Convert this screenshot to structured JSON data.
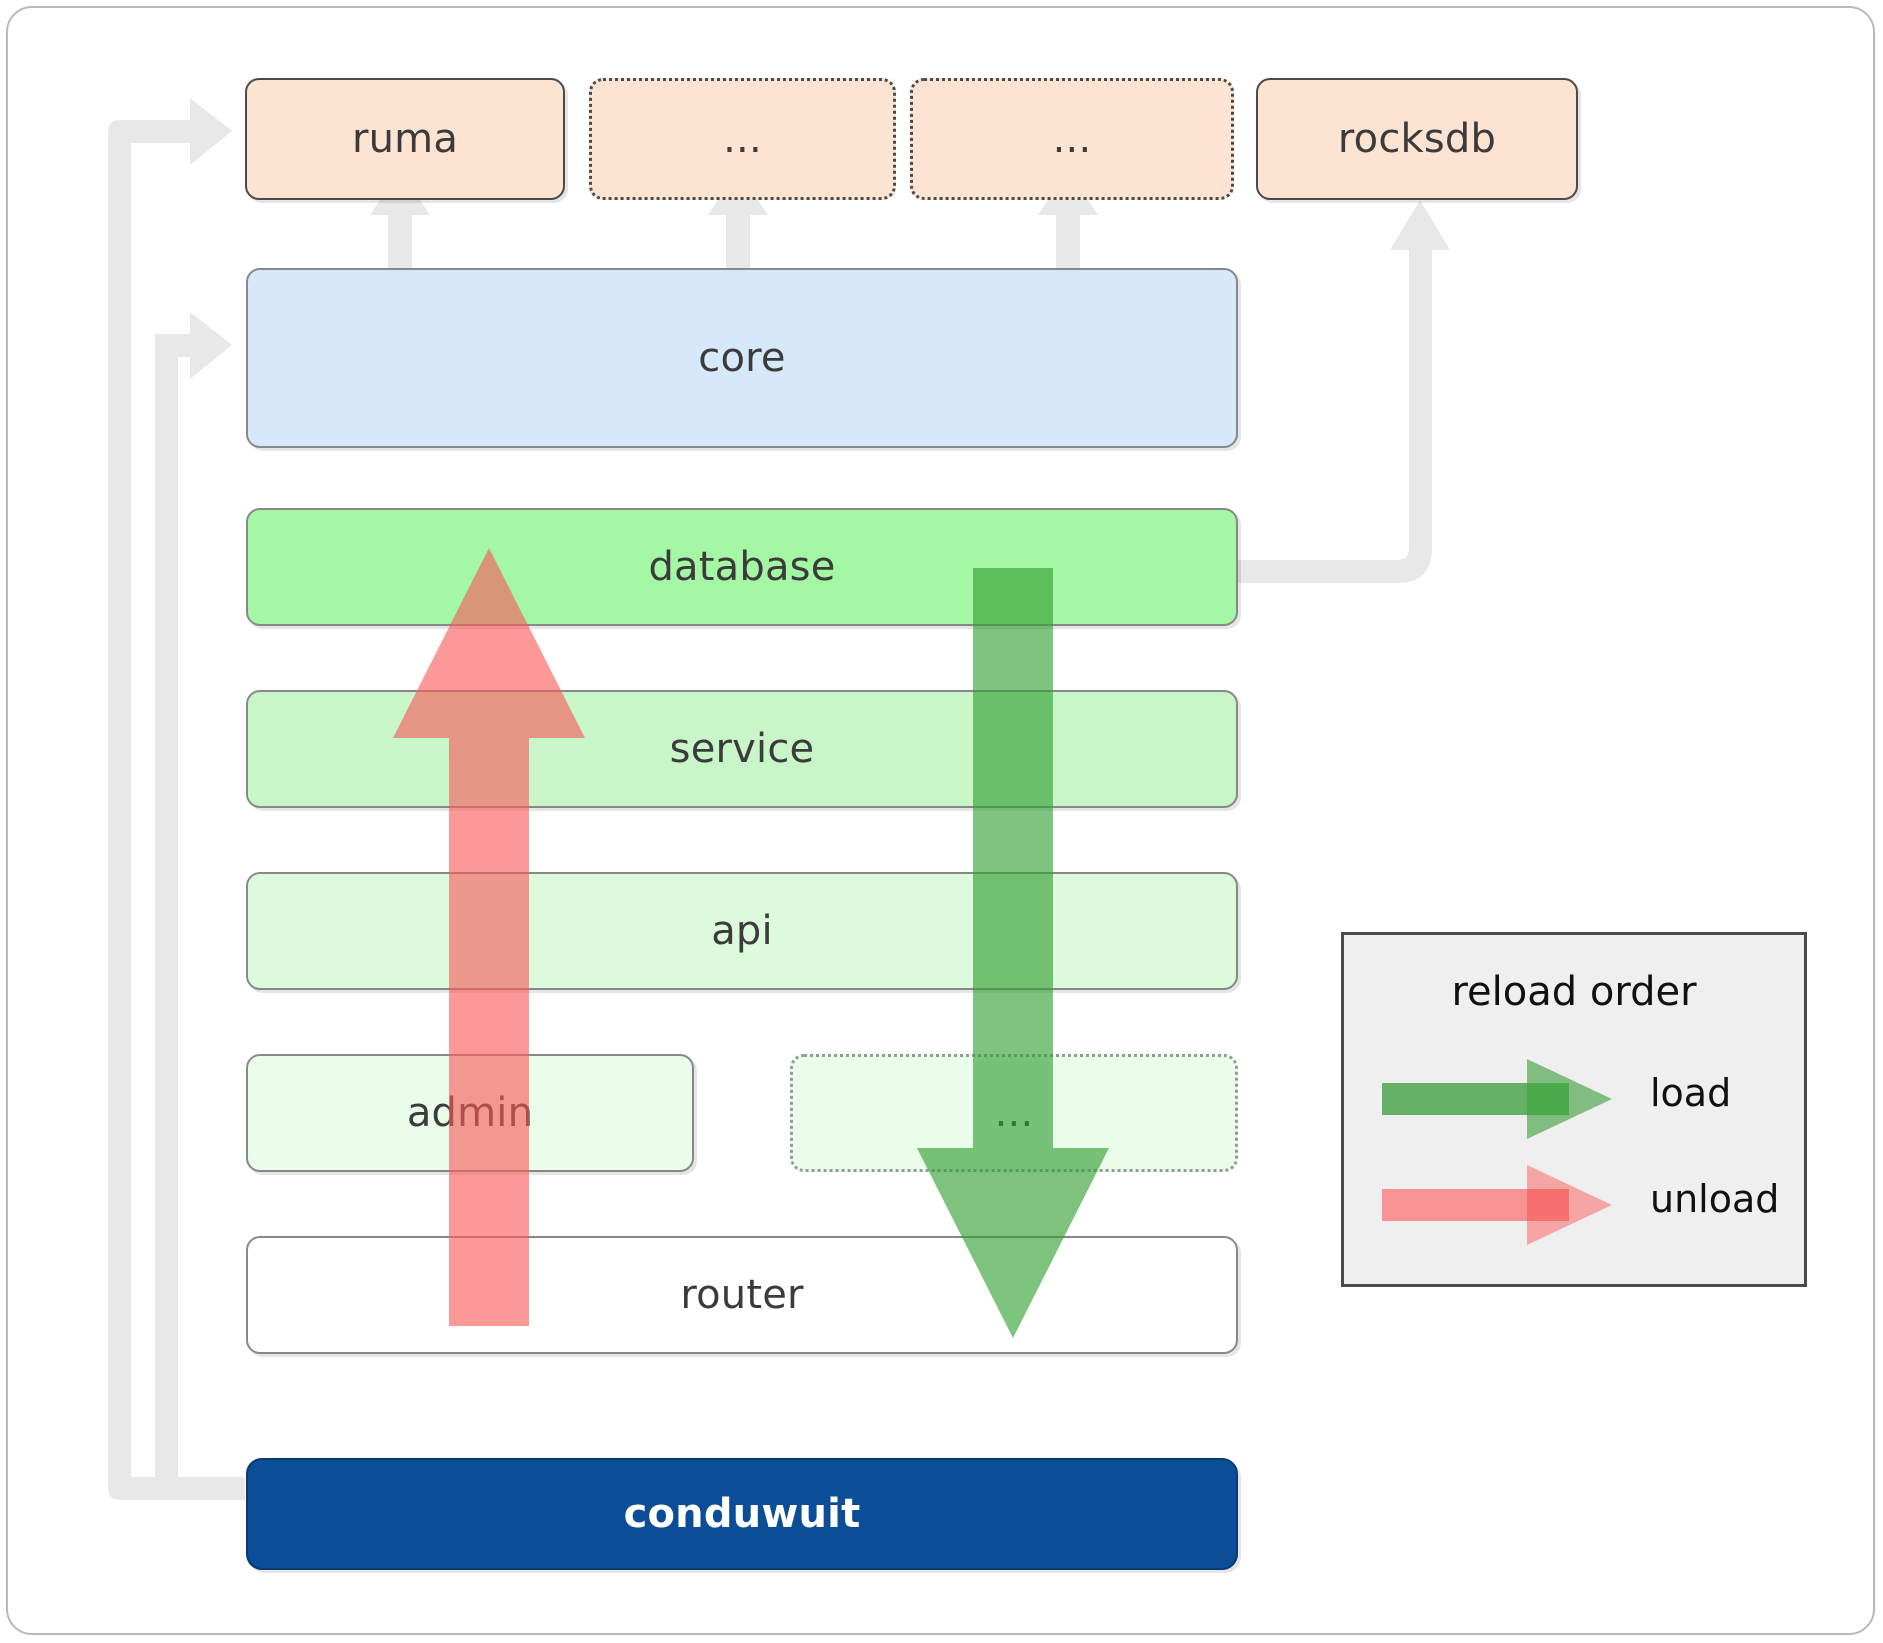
{
  "diagram": {
    "title": "conduwuit crate dependency / reload order diagram",
    "colors": {
      "orange": "#fde3d2",
      "blue": "#d7e8fb",
      "green_strong": "#a4f7a4",
      "green_mid": "#c9f6c9",
      "green_light": "#ddfadd",
      "green_faint": "#eafcea",
      "navy": "#0b4d96",
      "connector_gray": "#e8e8e8",
      "load_green": "#4ea64e",
      "unload_red": "#f98383",
      "legend_bg": "#efefef",
      "border_dark": "#4a4a4a",
      "border_gray": "#888888",
      "text": "#3b3b3b"
    },
    "top_row": [
      {
        "label": "ruma",
        "style": "solid"
      },
      {
        "label": "...",
        "style": "dotted"
      },
      {
        "label": "...",
        "style": "dotted"
      },
      {
        "label": "rocksdb",
        "style": "solid"
      }
    ],
    "layers": [
      {
        "label": "core",
        "tone": "blue"
      },
      {
        "label": "database",
        "tone": "green_strong"
      },
      {
        "label": "service",
        "tone": "green_mid"
      },
      {
        "label": "api",
        "tone": "green_light"
      }
    ],
    "admin_row": [
      {
        "label": "admin",
        "style": "solid"
      },
      {
        "label": "...",
        "style": "dotted"
      }
    ],
    "router": {
      "label": "router"
    },
    "binary": {
      "label": "conduwuit"
    },
    "legend": {
      "title": "reload order",
      "entries": [
        {
          "label": "load",
          "color": "#4ea64e",
          "direction": "down"
        },
        {
          "label": "unload",
          "color": "#f98383",
          "direction": "up"
        }
      ]
    },
    "flow_arrows": [
      {
        "name": "unload-arrow",
        "label": "unload",
        "direction": "up",
        "from": "router",
        "to": "database",
        "color": "#f98383"
      },
      {
        "name": "load-arrow",
        "label": "load",
        "direction": "down",
        "from": "database",
        "to": "router",
        "color": "#4ea64e"
      }
    ],
    "connectors": [
      {
        "name": "conduwuit-to-ruma",
        "from": "conduwuit",
        "to": "ruma"
      },
      {
        "name": "conduwuit-to-core",
        "from": "conduwuit",
        "to": "core"
      },
      {
        "name": "database-to-rocksdb",
        "from": "database",
        "to": "rocksdb"
      },
      {
        "name": "core-to-ruma",
        "from": "core",
        "to": "ruma"
      },
      {
        "name": "core-to-dots-1",
        "from": "core",
        "to": "..."
      },
      {
        "name": "core-to-dots-2",
        "from": "core",
        "to": "..."
      }
    ]
  }
}
